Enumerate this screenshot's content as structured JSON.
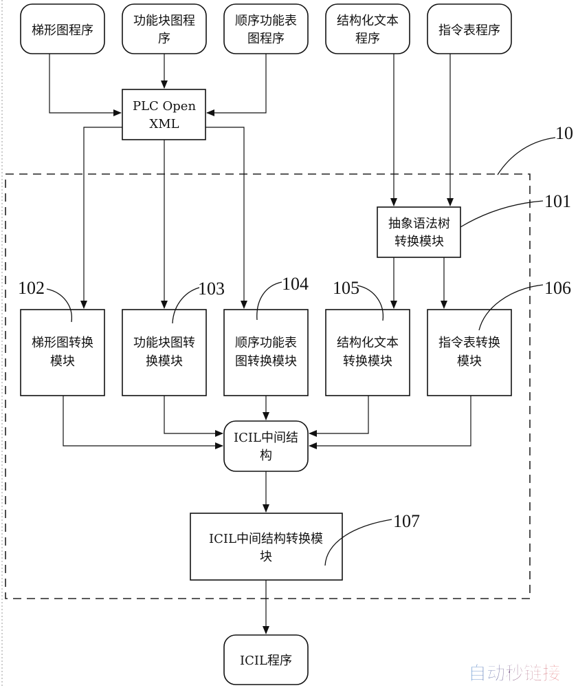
{
  "sources": [
    {
      "label_lines": [
        "梯形图程序"
      ]
    },
    {
      "label_lines": [
        "功能块图程",
        "序"
      ]
    },
    {
      "label_lines": [
        "顺序功能表",
        "图程序"
      ]
    },
    {
      "label_lines": [
        "结构化文本",
        "程序"
      ]
    },
    {
      "label_lines": [
        "指令表程序"
      ]
    }
  ],
  "plc_open_xml": {
    "label_lines": [
      "PLC Open",
      "XML"
    ]
  },
  "ast_module": {
    "label_lines": [
      "抽象语法树",
      "转换模块"
    ],
    "ref": "101"
  },
  "system_ref": "10",
  "conversion_modules": [
    {
      "label_lines": [
        "梯形图转换",
        "模块"
      ],
      "ref": "102"
    },
    {
      "label_lines": [
        "功能块图转",
        "换模块"
      ],
      "ref": "103"
    },
    {
      "label_lines": [
        "顺序功能表",
        "图转换模块"
      ],
      "ref": "104"
    },
    {
      "label_lines": [
        "结构化文本",
        "转换模块"
      ],
      "ref": "105"
    },
    {
      "label_lines": [
        "指令表转换",
        "模块"
      ],
      "ref": "106"
    }
  ],
  "icil_structure": {
    "label_lines": [
      "ICIL中间结",
      "构"
    ]
  },
  "icil_converter": {
    "label_lines": [
      "ICIL中间结构转换模",
      "块"
    ],
    "ref": "107"
  },
  "icil_program": {
    "label_lines": [
      "ICIL程序"
    ]
  },
  "watermark": {
    "text": "自动秒链接",
    "color_start": "#1565c0",
    "color_end": "#e53935"
  }
}
